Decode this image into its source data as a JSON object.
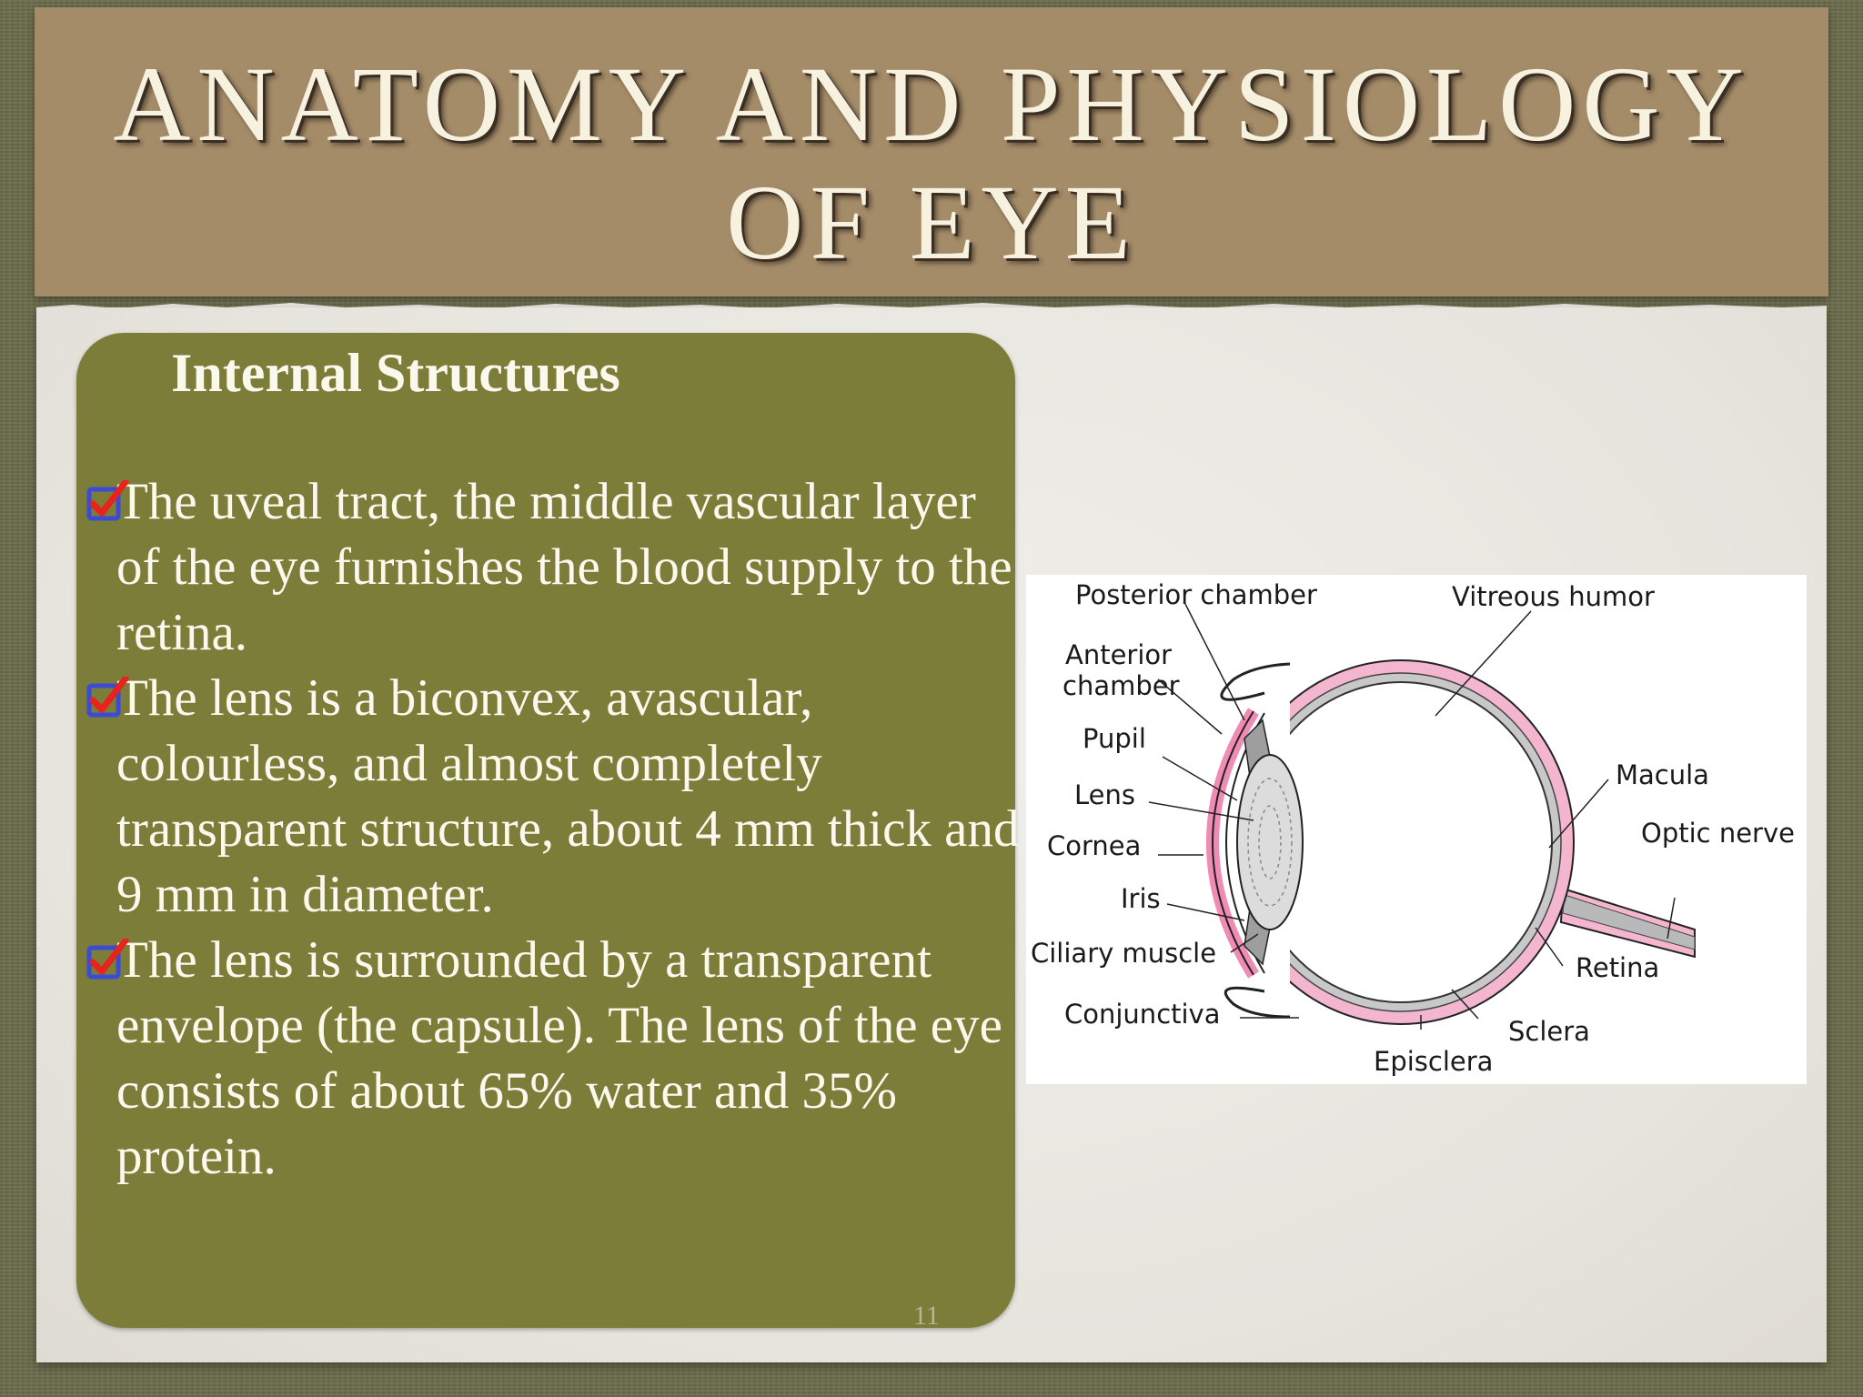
{
  "slide": {
    "title_line1": "ANATOMY AND PHYSIOLOGY",
    "title_line2": "OF EYE",
    "page_number": "11"
  },
  "content": {
    "heading": "Internal Structures",
    "bullets": [
      "The uveal tract, the middle vascular layer of the eye furnishes the blood supply to the retina.",
      "The lens is a biconvex, avascular, colourless, and almost completely transparent structure, about 4 mm thick and 9 mm in diameter.",
      " The lens is surrounded by a transparent envelope (the capsule). The lens of the eye consists of about 65% water and 35% protein."
    ],
    "bullet_icon": "checkbox-checked-icon"
  },
  "diagram": {
    "labels": {
      "posterior_chamber": "Posterior chamber",
      "vitreous_humor": "Vitreous humor",
      "anterior_chamber_1": "Anterior",
      "anterior_chamber_2": "chamber",
      "pupil": "Pupil",
      "lens": "Lens",
      "cornea": "Cornea",
      "iris": "Iris",
      "ciliary_muscle": "Ciliary muscle",
      "conjunctiva": "Conjunctiva",
      "episclera": "Episclera",
      "sclera": "Sclera",
      "retina": "Retina",
      "optic_nerve": "Optic nerve",
      "macula": "Macula"
    }
  },
  "colors": {
    "background": "#6d6e4e",
    "title_band": "#a58c69",
    "paper": "#e9e7e1",
    "green_box": "#7c7d38",
    "sclera_pink": "#f2a7c4",
    "check_red": "#e8231b",
    "check_box_blue": "#3b4bd6"
  }
}
